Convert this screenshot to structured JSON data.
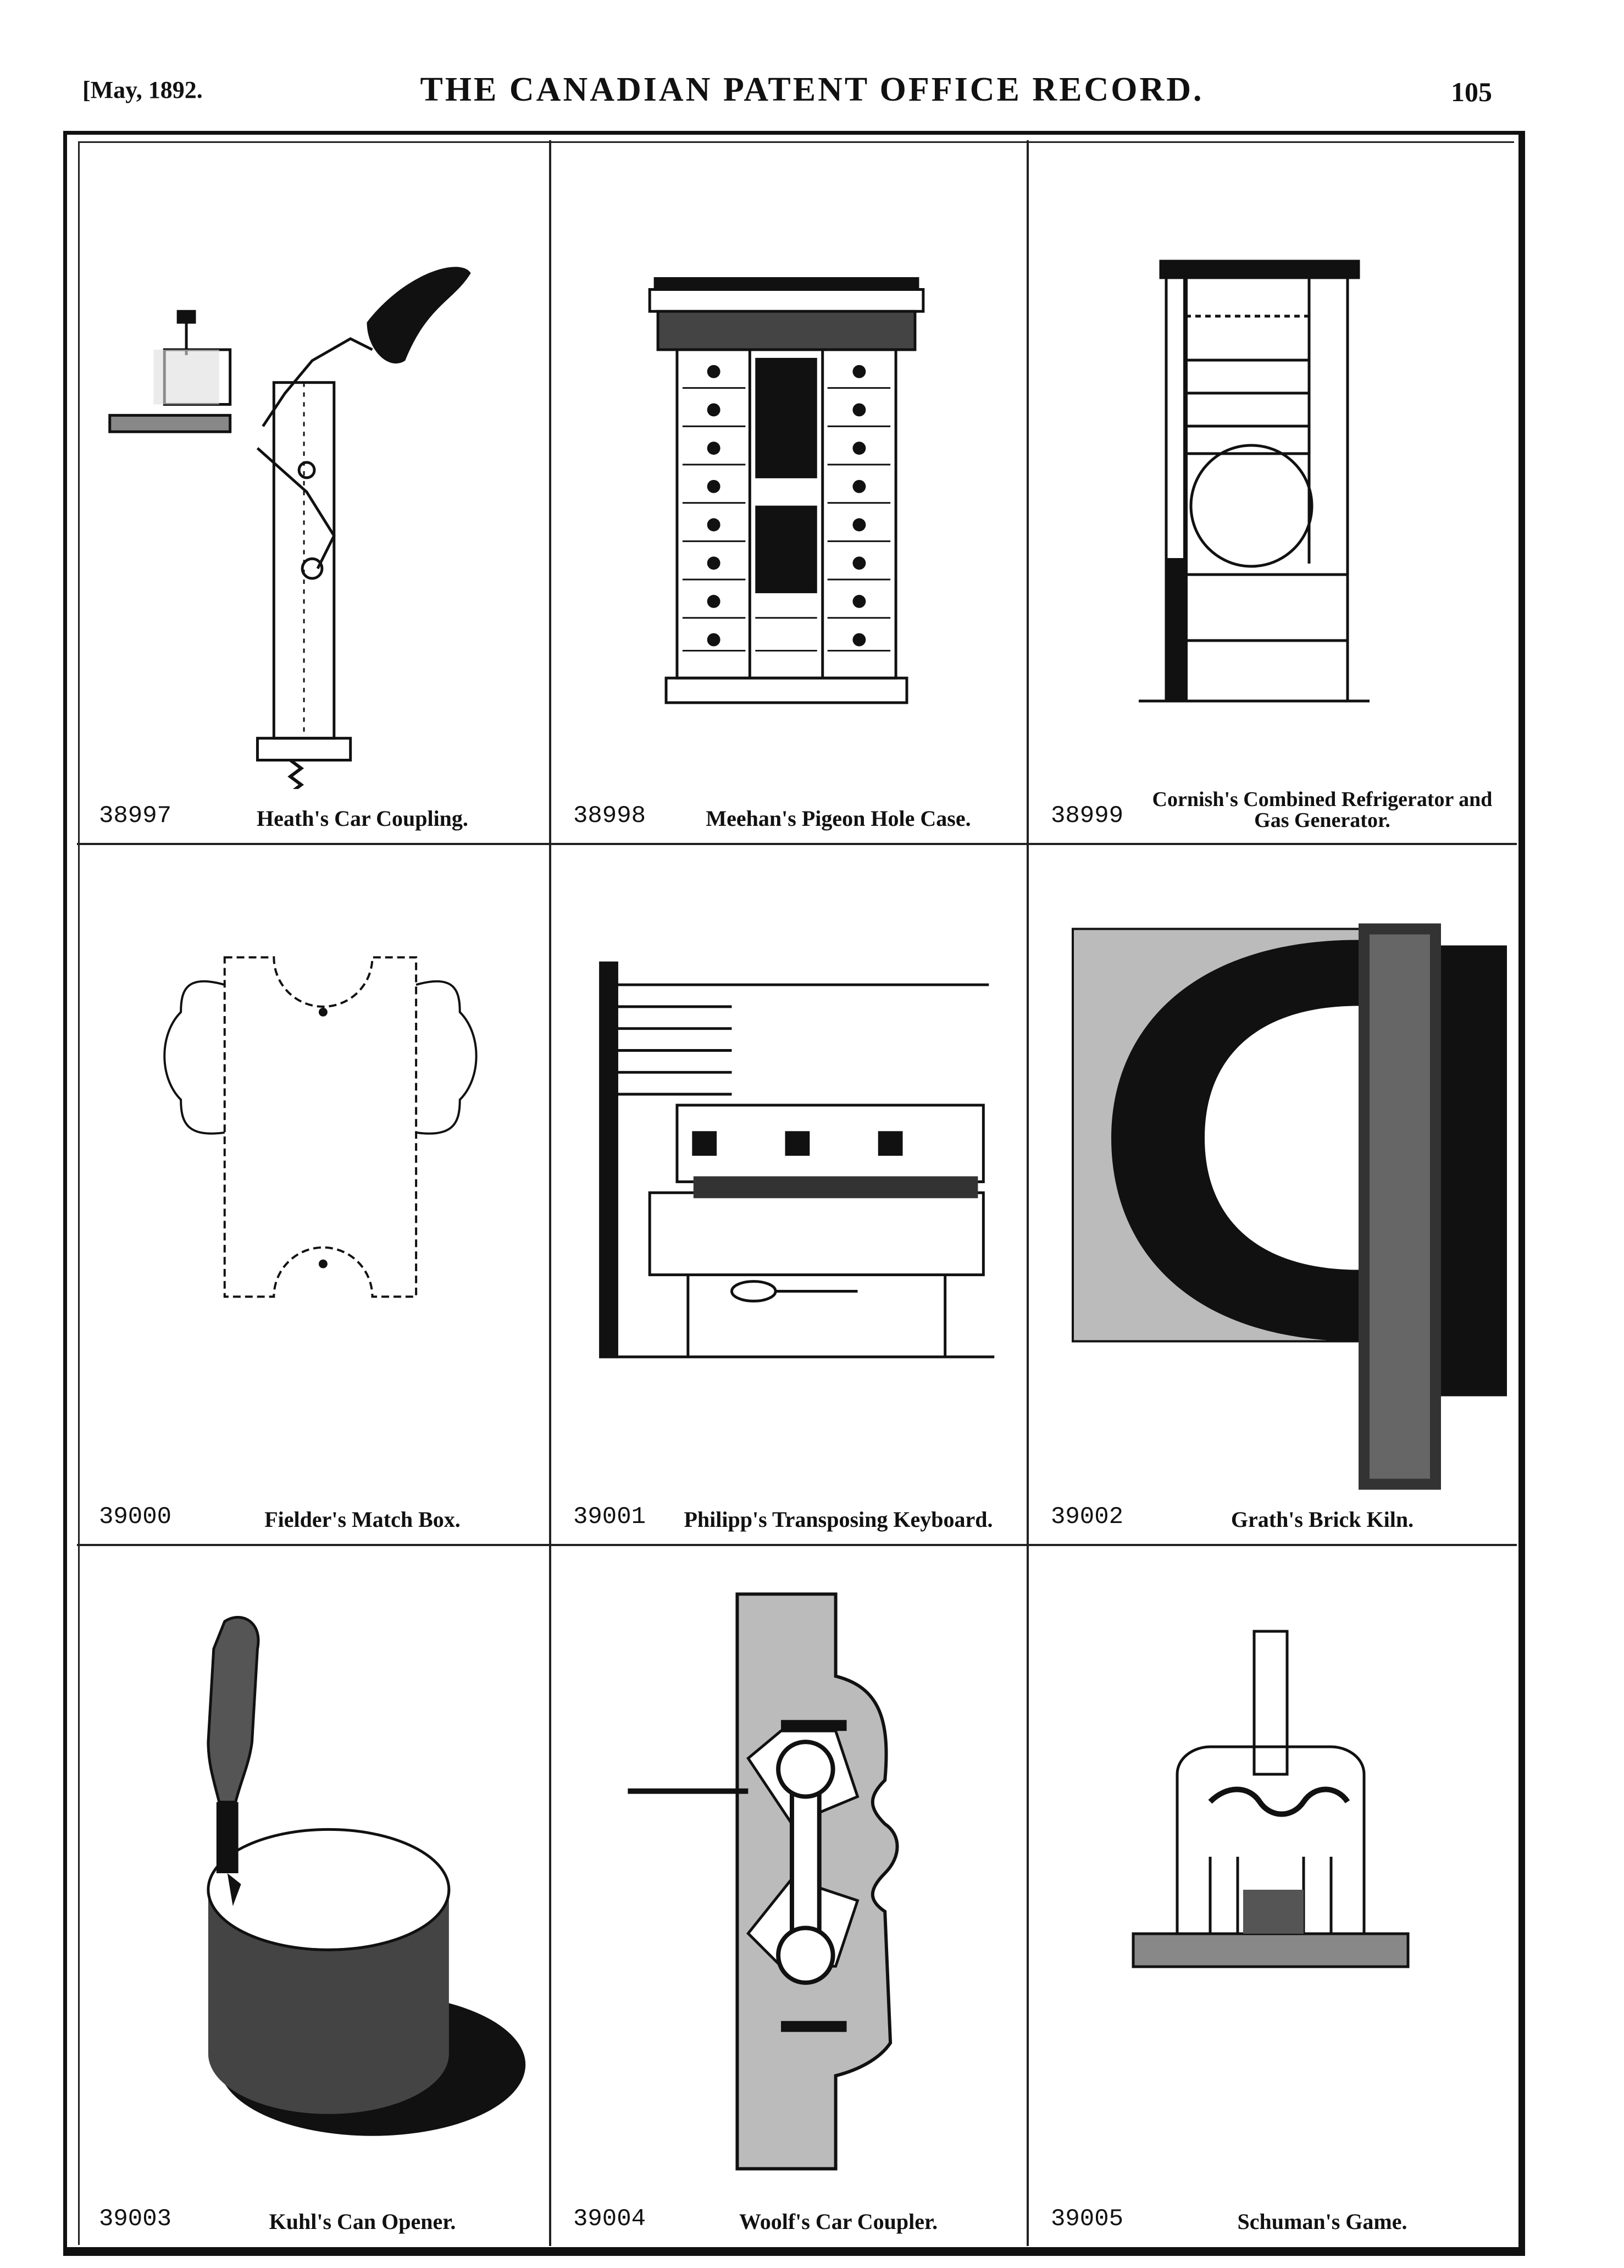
{
  "header": {
    "date": "[May, 1892.",
    "title": "THE CANADIAN PATENT OFFICE RECORD.",
    "page": "105"
  },
  "patents": [
    {
      "number": "38997",
      "title": "Heath's Car Coupling."
    },
    {
      "number": "38998",
      "title": "Meehan's Pigeon Hole Case."
    },
    {
      "number": "38999",
      "title": "Cornish's Combined Refrigerator and Gas Generator."
    },
    {
      "number": "39000",
      "title": "Fielder's Match Box."
    },
    {
      "number": "39001",
      "title": "Philipp's Transposing Keyboard."
    },
    {
      "number": "39002",
      "title": "Grath's Brick Kiln."
    },
    {
      "number": "39003",
      "title": "Kuhl's Can Opener."
    },
    {
      "number": "39004",
      "title": "Woolf's Car Coupler."
    },
    {
      "number": "39005",
      "title": "Schuman's Game."
    }
  ]
}
